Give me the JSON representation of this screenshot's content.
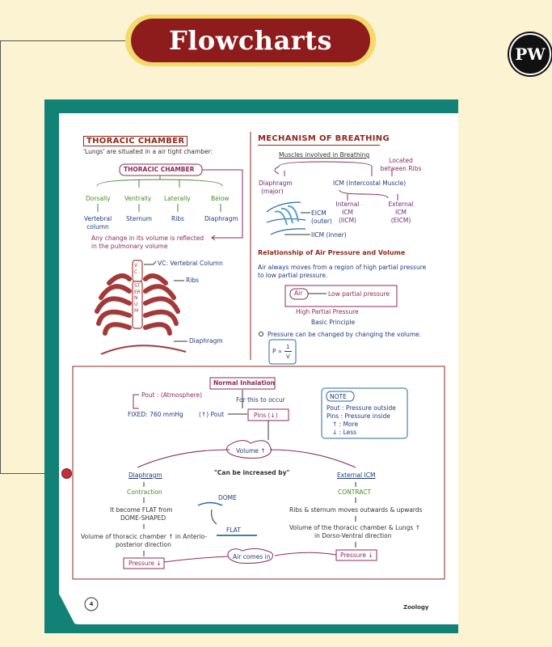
{
  "banner": {
    "title": "Flowcharts",
    "logo": "PW"
  },
  "page": {
    "number": "4",
    "subject": "Zoology"
  },
  "thoracic": {
    "title": "THORACIC CHAMBER",
    "subtitle": "'Lungs' are situated in a air tight chamber:",
    "box": "THORACIC CHAMBER",
    "directions": [
      "Dorsally",
      "Ventrally",
      "Laterally",
      "Below"
    ],
    "parts": [
      "Vertebral column",
      "Sternum",
      "Ribs",
      "Diaphragm"
    ],
    "note_line1": "Any change in its volume is reflected",
    "note_line2": "in the pulmonary volume",
    "vc_label": "VC: Vertebral Column",
    "ribs_label": "Ribs",
    "diaphragm_label": "Diaphragm",
    "vc_letters": "VC",
    "sternum_letters": "STERNUM"
  },
  "mechanism": {
    "title": "MECHANISM OF BREATHING",
    "muscles": "Muscles involved in Breathing",
    "located_line1": "Located",
    "located_line2": "between Ribs",
    "diaphragm_line1": "Diaphragm",
    "diaphragm_line2": "(major)",
    "icm": "ICM (Intercostal Muscle)",
    "internal_line1": "Internal",
    "internal_line2": "ICM",
    "internal_line3": "(IICM)",
    "external_line1": "External",
    "external_line2": "ICM",
    "external_line3": "(EICM)",
    "eicm_line1": "EICM",
    "eicm_line2": "(outer)",
    "iicm": "IICM (inner)"
  },
  "relationship": {
    "title": "Relationship of Air Pressure and Volume",
    "line1": "Air always moves from a region of high partial pressure",
    "line2": "to low partial pressure.",
    "air": "Air",
    "low": "Low partial pressure",
    "high": "High Partial Pressure",
    "principle": "Basic Principle",
    "bullet": "Pressure can be changed by changing the volume.",
    "formula_p": "P ∝",
    "formula_num": "1",
    "formula_den": "V"
  },
  "inhalation": {
    "title": "Normal Inhalation",
    "pout": "Pout : (Atmosphere)",
    "fixed": "FIXED: 760 mmHg",
    "occur": "For this to occur",
    "pout_up": "(↑) Pout",
    "pins": "Pins (↓)",
    "note_title": "NOTE",
    "note_line1": "Pout : Pressure outside",
    "note_line2": "Pins : Pressure inside",
    "note_line3": "↑ : More",
    "note_line4": "↓ : Less",
    "volume": "Volume ↑",
    "increased_by": "\"Can be increased by\"",
    "left": {
      "head": "Diaphragm",
      "s1": "Contraction",
      "s2a": "It become FLAT from",
      "s2b": "DOME-SHAPED",
      "s3a": "Volume of thoracic chamber ↑ in Anterio-",
      "s3b": "posterior direction",
      "pressure": "Pressure ↓"
    },
    "dome": "DOME",
    "flat": "FLAT",
    "right": {
      "head": "External ICM",
      "s1": "CONTRACT",
      "s2": "Ribs & sternum moves outwards & upwards",
      "s3a": "Volume of the thoracic chamber & Lungs ↑",
      "s3b": "in Dorso-Ventral direction",
      "pressure": "Pressure ↓"
    },
    "air_comes_in": "Air comes in"
  }
}
